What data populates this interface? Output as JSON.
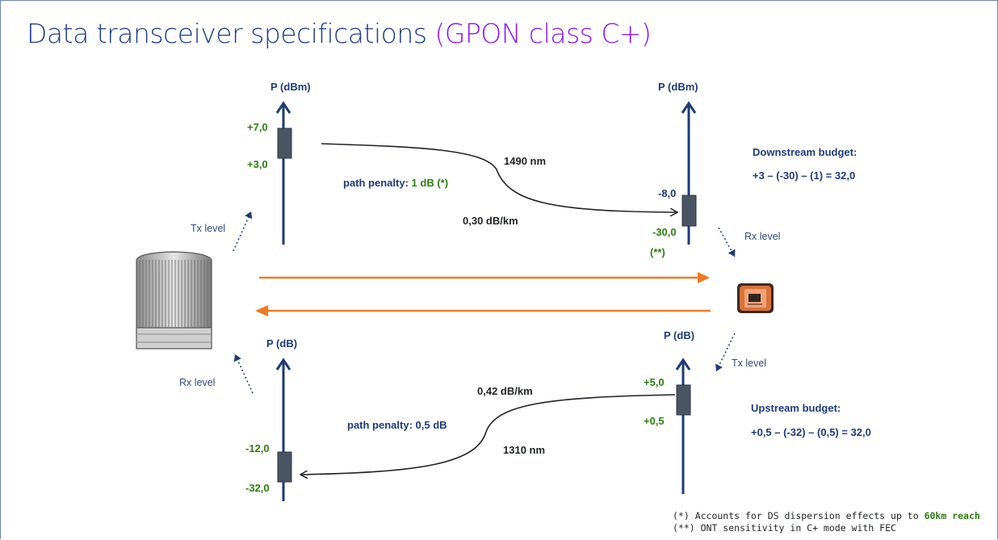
{
  "title": {
    "main": "Data transceiver specifications ",
    "highlight": "(GPON class C+)"
  },
  "colors": {
    "navy": "#1e3a78",
    "green": "#2e7d12",
    "orange": "#f07a20",
    "title_highlight": "#8a16ff"
  },
  "icons": {
    "olt": "olt-chassis-icon",
    "ont": "ont-device-icon"
  },
  "downstream": {
    "olt_axis_label": "P (dBm)",
    "olt_tx_max": "+7,0",
    "olt_tx_min": "+3,0",
    "ont_axis_label": "P (dBm)",
    "ont_rx_max": "-8,0",
    "ont_rx_min": "-30,0",
    "ont_rx_min_note": "(**)",
    "wavelength": "1490 nm",
    "attenuation": "0,30 dB/km",
    "path_penalty_label": "path penalty:",
    "path_penalty_value": "1 dB (*)",
    "tx_level_label": "Tx  level",
    "rx_level_label": "Rx  level",
    "budget_title": "Downstream budget:",
    "budget_formula": "+3 – (-30) – (1) = 32,0"
  },
  "upstream": {
    "olt_axis_label": "P (dB)",
    "olt_rx_max": "-12,0",
    "olt_rx_min": "-32,0",
    "ont_axis_label": "P (dB)",
    "ont_tx_max": "+5,0",
    "ont_tx_min": "+0,5",
    "wavelength": "1310 nm",
    "attenuation": "0,42 dB/km",
    "path_penalty": "path penalty: 0,5 dB",
    "tx_level_label": "Tx  level",
    "rx_level_label": "Rx  level",
    "budget_title": "Upstream budget:",
    "budget_formula": "+0,5 – (-32) – (0,5) = 32,0"
  },
  "footnotes": {
    "note1_prefix": "(*) Accounts for DS dispersion effects up to ",
    "note1_highlight": "60km reach",
    "note2": "(**) ONT sensitivity in C+ mode with FEC"
  }
}
